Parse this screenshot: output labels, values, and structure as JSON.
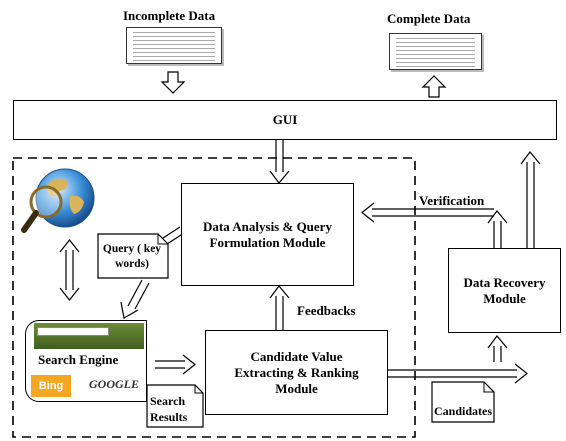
{
  "labels": {
    "incomplete_data": "Incomplete Data",
    "complete_data": "Complete Data",
    "gui": "GUI",
    "data_analysis": "Data Analysis & Query Formulation Module",
    "candidate_value": "Candidate Value Extracting & Ranking Module",
    "data_recovery": "Data Recovery Module",
    "verification": "Verification",
    "feedbacks": "Feedbacks",
    "query": "Query ( key words)",
    "search_engine": "Search Engine",
    "search_results": "Search Results",
    "candidates": "Candidates",
    "bing_logo": "Bing",
    "google_logo": "GOOGLE"
  },
  "icons": [
    "globe-magnifier-icon",
    "search-engine-screenshot-icon",
    "bing-logo-icon",
    "google-logo-icon"
  ]
}
